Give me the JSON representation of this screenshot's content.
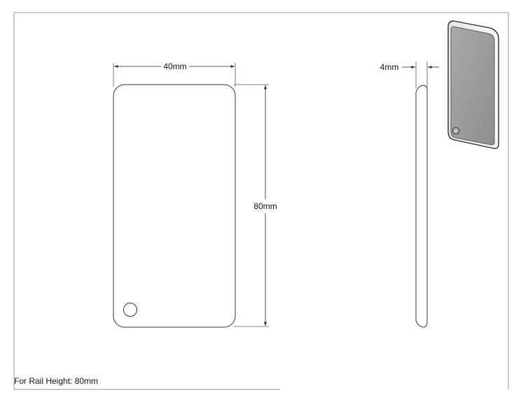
{
  "dimensions": {
    "width_label": "40mm",
    "height_label": "80mm",
    "thickness_label": "4mm"
  },
  "note": "For Rail Height: 80mm",
  "colors": {
    "line": "#333333",
    "border": "#9a9a9a",
    "face": "#9e9e9e",
    "edge": "#cfcfcf",
    "dark_edge": "#2a2a2a"
  }
}
